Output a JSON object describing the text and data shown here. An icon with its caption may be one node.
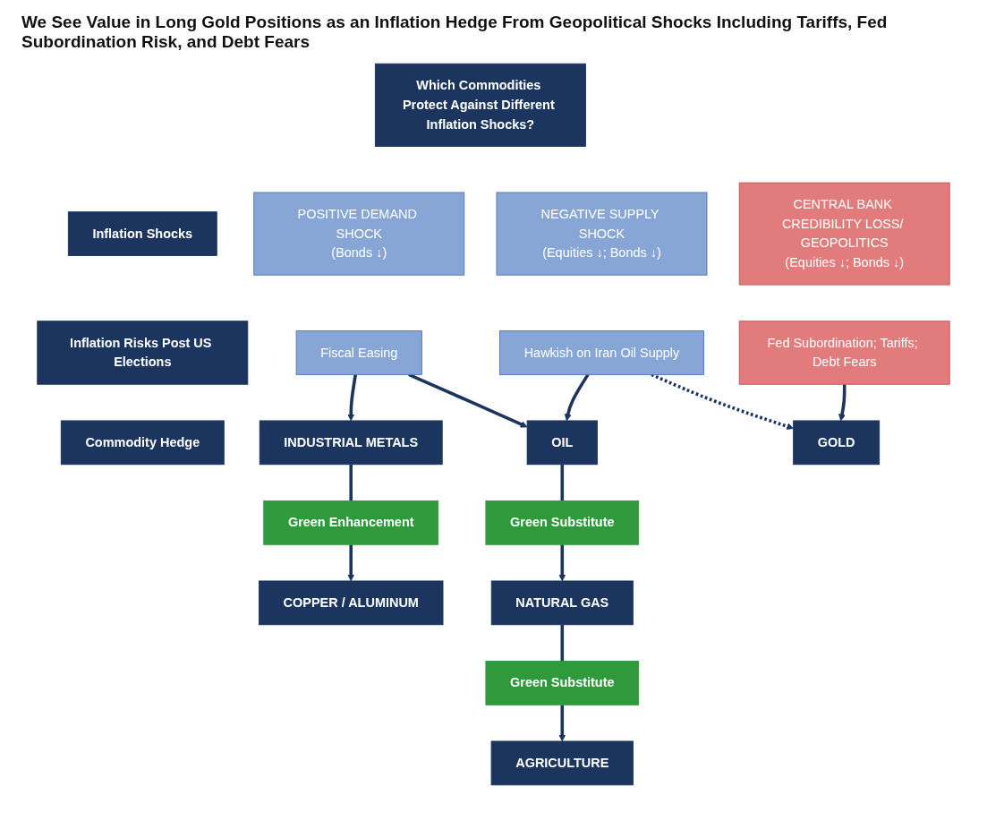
{
  "diagram": {
    "title": "We See Value in Long Gold Positions as an Inflation Hedge From Geopolitical Shocks Including Tariffs, Fed Subordination Risk, and Debt Fears",
    "nodes": [
      {
        "text": [
          "Which Commodities Protect Against Different Inflation Shocks?"
        ]
      },
      {
        "text": [
          "Inflation Shocks"
        ]
      },
      {
        "text": [
          "POSITIVE DEMAND SHOCK",
          "(Bonds ↓)"
        ]
      },
      {
        "text": [
          "NEGATIVE SUPPLY SHOCK",
          "(Equities ↓; Bonds ↓)"
        ]
      },
      {
        "text": [
          "CENTRAL BANK CREDIBILITY LOSS/ GEOPOLITICS",
          "(Equities ↓; Bonds ↓)"
        ]
      },
      {
        "text": [
          "Inflation Risks Post US Elections"
        ]
      },
      {
        "text": [
          "Fiscal Easing"
        ]
      },
      {
        "text": [
          "Hawkish on Iran Oil Supply"
        ]
      },
      {
        "text": [
          "Fed Subordination; Tariffs; Debt Fears"
        ]
      },
      {
        "text": [
          "Commodity Hedge"
        ]
      },
      {
        "text": [
          "INDUSTRIAL METALS"
        ]
      },
      {
        "text": [
          "OIL"
        ]
      },
      {
        "text": [
          "GOLD"
        ]
      },
      {
        "text": [
          "Green Enhancement"
        ]
      },
      {
        "text": [
          "Green Substitute"
        ]
      },
      {
        "text": [
          "COPPER / ALUMINUM"
        ]
      },
      {
        "text": [
          "NATURAL GAS"
        ]
      },
      {
        "text": [
          "Green Substitute"
        ]
      },
      {
        "text": [
          "AGRICULTURE"
        ]
      }
    ],
    "edges": [
      {
        "from": 6,
        "to": 10,
        "arrow": "to"
      },
      {
        "from": 6,
        "to": 11,
        "arrow": "to"
      },
      {
        "from": 7,
        "to": 11,
        "arrow": "to"
      },
      {
        "from": 7,
        "to": 12,
        "arrow": "to",
        "style": "dashed"
      },
      {
        "from": 8,
        "to": 12,
        "arrow": "to"
      },
      {
        "from": 10,
        "to": 13,
        "arrow": "none"
      },
      {
        "from": 13,
        "to": 15,
        "arrow": "to"
      },
      {
        "from": 11,
        "to": 14,
        "arrow": "none"
      },
      {
        "from": 14,
        "to": 16,
        "arrow": "to"
      },
      {
        "from": 16,
        "to": 17,
        "arrow": "none"
      },
      {
        "from": 17,
        "to": 18,
        "arrow": "to"
      }
    ]
  }
}
